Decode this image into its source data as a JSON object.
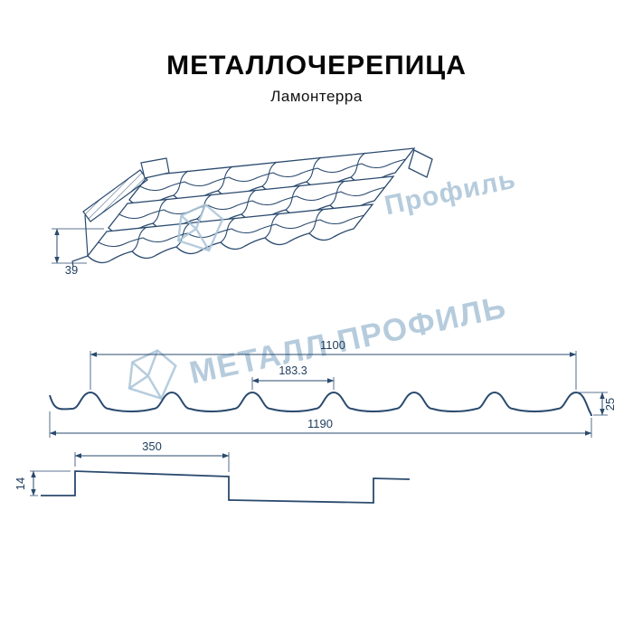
{
  "header": {
    "title": "МЕТАЛЛОЧЕРЕПИЦА",
    "subtitle": "Ламонтерра"
  },
  "watermark": {
    "upper_text": "Профиль",
    "lower_text": "МЕТАЛЛ ПРОФИЛЬ",
    "color": "#aac4d8"
  },
  "colors": {
    "line": "#2a4a6e",
    "dim_text": "#1e3c5c",
    "background": "#ffffff"
  },
  "perspective_view": {
    "dim_eave_height": "39"
  },
  "cross_section": {
    "dim_cover_width": "1100",
    "dim_wave_pitch": "183.3",
    "dim_profile_height": "25",
    "dim_full_width": "1190"
  },
  "longitudinal_section": {
    "dim_module_length": "350",
    "dim_step_height": "14"
  }
}
